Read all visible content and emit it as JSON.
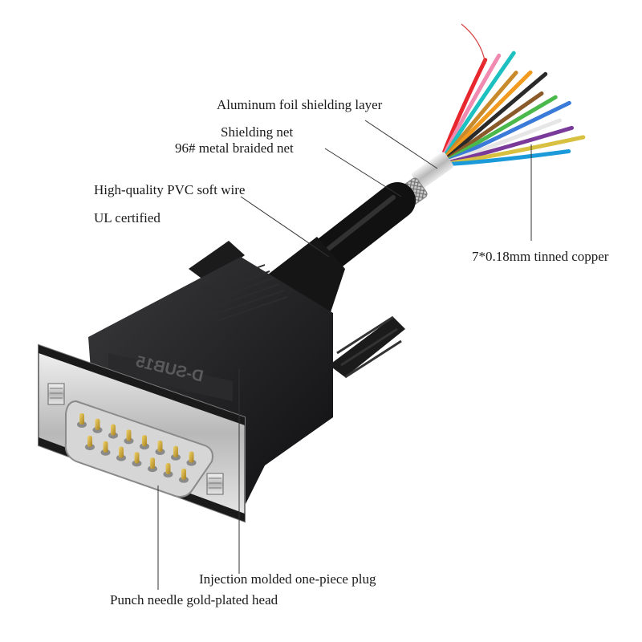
{
  "callouts": {
    "foil": "Aluminum foil shielding layer",
    "shield_net": "Shielding net",
    "braid": "96# metal braided net",
    "pvc": "High-quality PVC soft wire",
    "ul": "UL certified",
    "copper": "7*0.18mm tinned copper",
    "plug": "Injection molded one-piece plug",
    "pins": "Punch needle gold-plated head"
  },
  "shell_marking": "D-SUB15",
  "wire_colors": [
    "#e8262d",
    "#f08ab0",
    "#1cc0c0",
    "#c88a2a",
    "#f29a1e",
    "#2a2a2a",
    "#8a5a2a",
    "#4ab84a",
    "#3a7ad8",
    "#f0f0f0",
    "#7a3a9a",
    "#d8c040",
    "#1a9ad8"
  ]
}
